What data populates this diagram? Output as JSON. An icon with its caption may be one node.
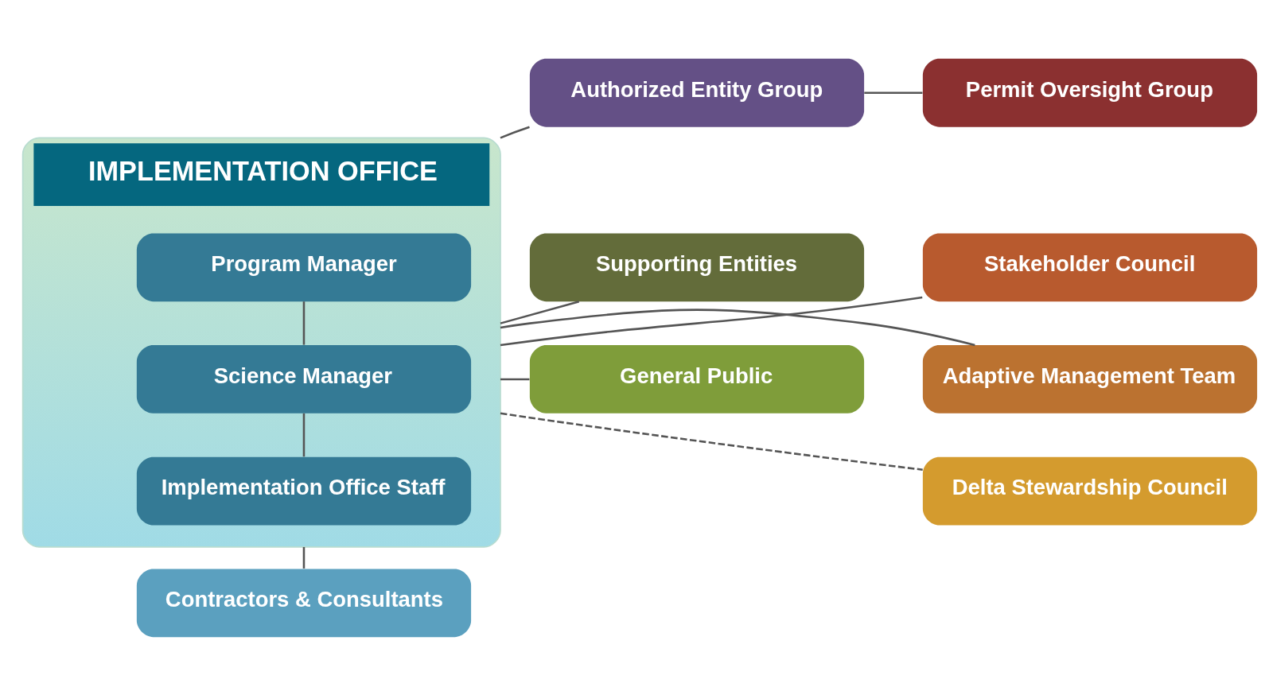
{
  "diagram": {
    "nodes": [
      {
        "text": [
          "Authorized Entity Group"
        ]
      },
      {
        "text": [
          "Permit Oversight Group"
        ]
      },
      {
        "text": [
          "IMPLEMENTATION OFFICE"
        ]
      },
      {
        "text": [
          "Program Manager"
        ],
        "in": 2
      },
      {
        "text": [
          "Science Manager"
        ],
        "in": 2
      },
      {
        "text": [
          "Implementation Office Staff"
        ],
        "in": 2
      },
      {
        "text": [
          "Supporting Entities"
        ]
      },
      {
        "text": [
          "General Public"
        ]
      },
      {
        "text": [
          "Stakeholder Council"
        ]
      },
      {
        "text": [
          "Adaptive Management Team"
        ]
      },
      {
        "text": [
          "Delta Stewardship Council"
        ]
      },
      {
        "text": [
          "Contractors & Consultants"
        ]
      }
    ],
    "edges": [
      {
        "from": 0,
        "to": 1,
        "arrow": "none"
      },
      {
        "from": 0,
        "to": 2,
        "arrow": "none"
      },
      {
        "from": 3,
        "to": 4,
        "arrow": "none"
      },
      {
        "from": 4,
        "to": 5,
        "arrow": "none"
      },
      {
        "from": 6,
        "to": 2,
        "arrow": "none"
      },
      {
        "from": 7,
        "to": 2,
        "arrow": "none"
      },
      {
        "from": 2,
        "to": 8,
        "arrow": "none"
      },
      {
        "from": 2,
        "to": 9,
        "arrow": "none"
      },
      {
        "from": 2,
        "to": 10,
        "arrow": "none",
        "style": "dashed"
      },
      {
        "from": 2,
        "to": 11,
        "arrow": "none"
      }
    ]
  }
}
